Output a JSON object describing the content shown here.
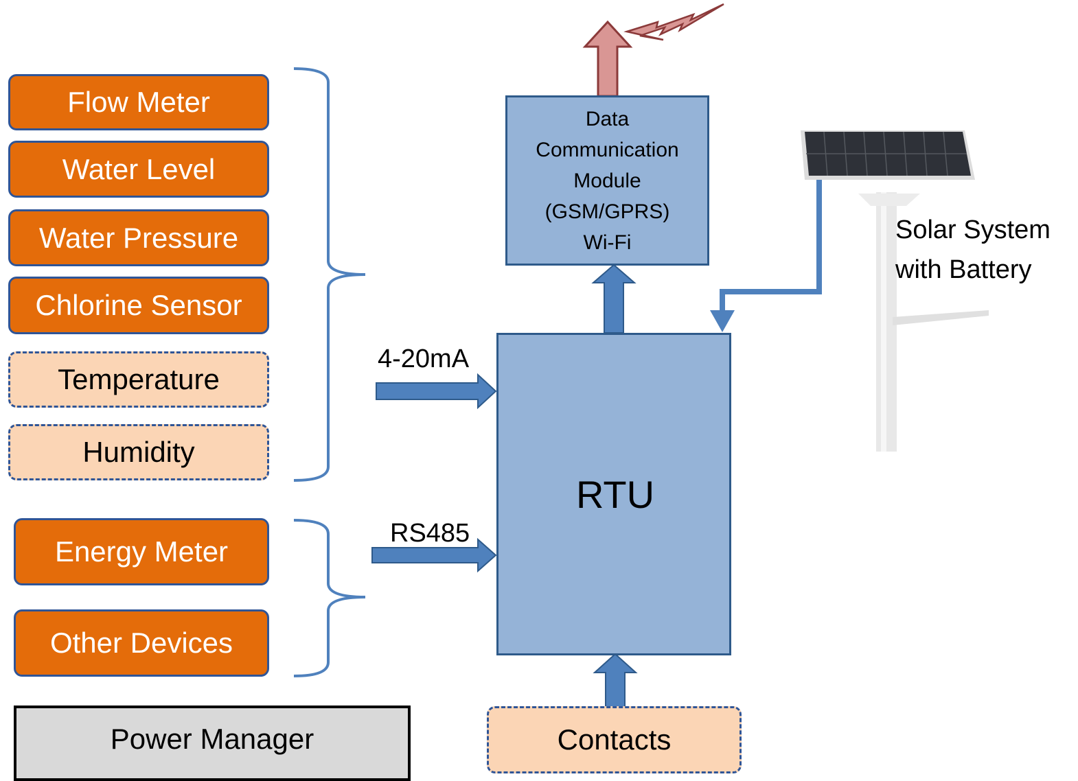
{
  "sensors": {
    "flow_meter": "Flow Meter",
    "water_level": "Water Level",
    "water_pressure": "Water Pressure",
    "chlorine_sensor": "Chlorine Sensor",
    "temperature": "Temperature",
    "humidity": "Humidity"
  },
  "devices": {
    "energy_meter": "Energy Meter",
    "other_devices": "Other Devices"
  },
  "power_manager": "Power Manager",
  "rtu": "RTU",
  "data_comm": {
    "line1": "Data",
    "line2": "Communication",
    "line3": "Module",
    "line4": "(GSM/GPRS)",
    "line5": "Wi-Fi"
  },
  "interfaces": {
    "analog": "4-20mA",
    "serial": "RS485"
  },
  "contacts": "Contacts",
  "solar": {
    "line1": "Solar System",
    "line2": "with Battery"
  },
  "colors": {
    "sensor_fill": "#e46c0a",
    "optional_fill": "#fbd5b5",
    "module_fill": "#95b3d7",
    "border_blue": "#2f5597",
    "arrow_blue": "#4f81bd",
    "signal_red": "#d99694",
    "power_fill": "#d9d9d9"
  },
  "icons": [
    "signal-arrow-icon",
    "lightning-icon",
    "solar-panel-icon"
  ]
}
